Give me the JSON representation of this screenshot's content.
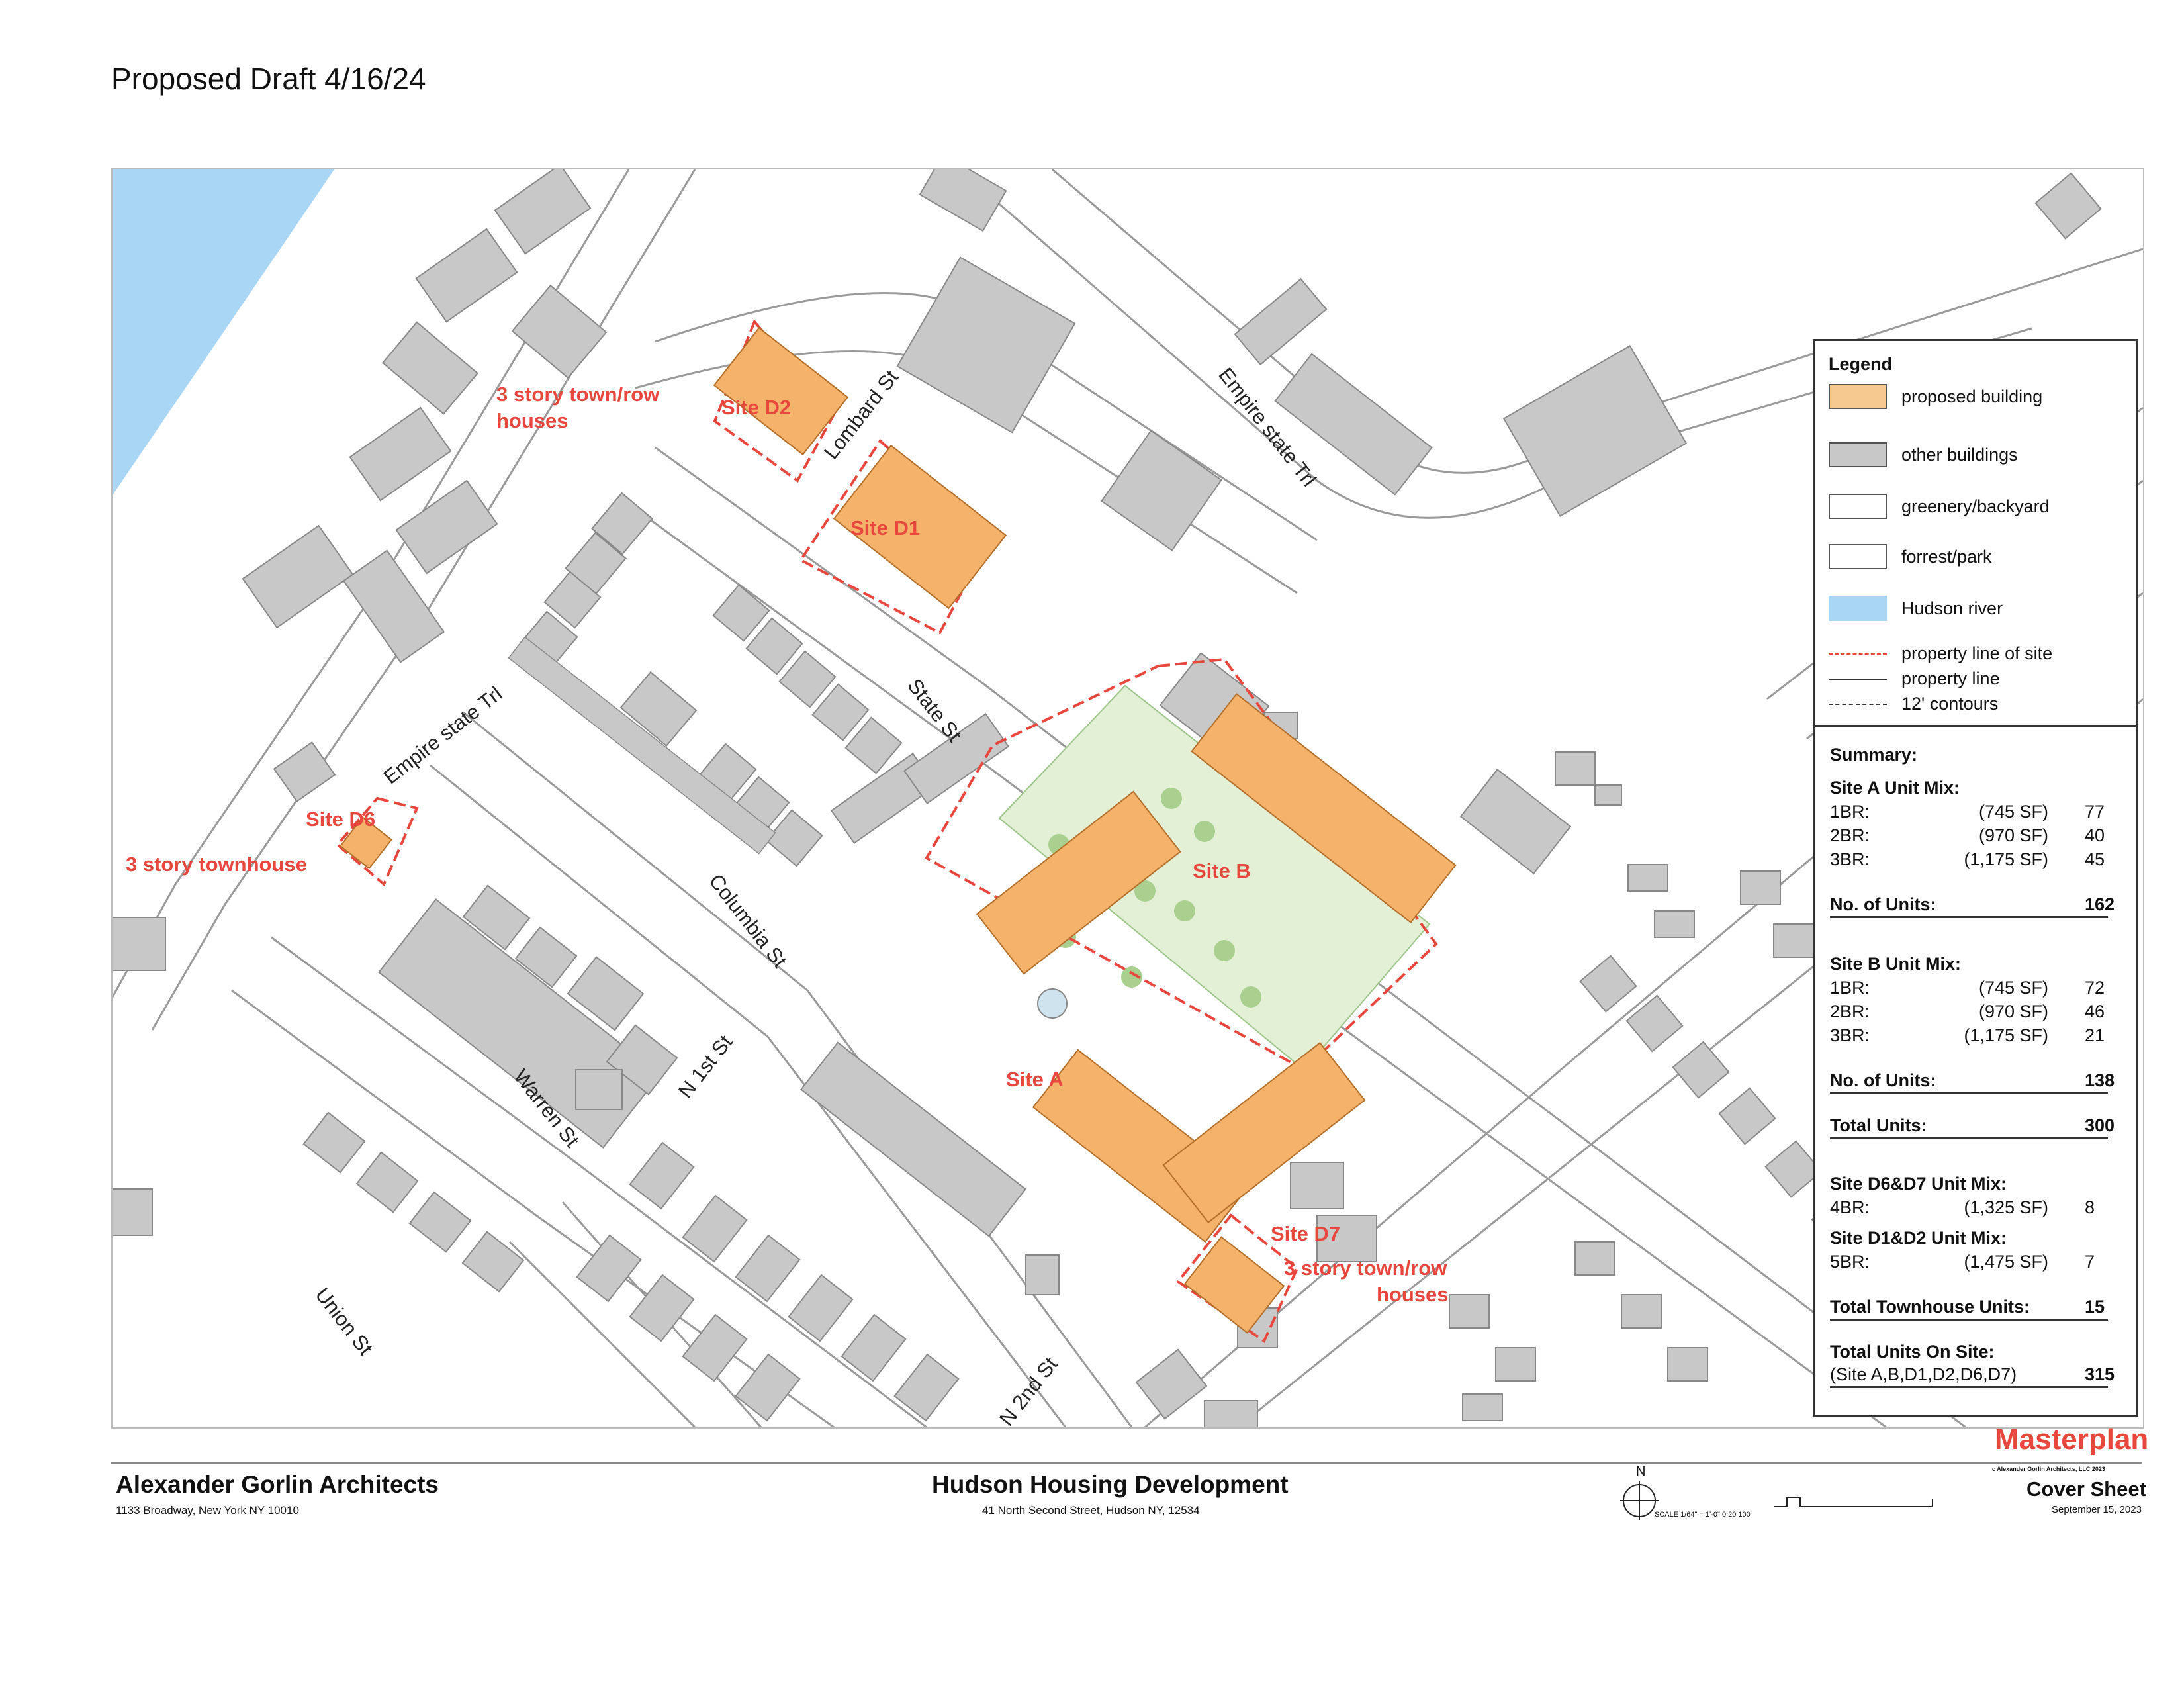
{
  "draft_title": "Proposed Draft 4/16/24",
  "colors": {
    "proposed_building": "#f5b26b",
    "other_buildings": "#c8c8c8",
    "hudson_river": "#a9d6f5",
    "property_line_site": "#e8473d",
    "greenery": "#d9ecc8"
  },
  "streets": {
    "lombard": "Lombard St",
    "empire_ne": "Empire state Trl",
    "empire_w": "Empire state Trl",
    "state": "State St",
    "columbia": "Columbia St",
    "n1st": "N 1st St",
    "warren": "Warren St",
    "union": "Union St",
    "n2nd": "N 2nd St"
  },
  "sites": {
    "d2": "Site D2",
    "d1": "Site D1",
    "d6": "Site D6",
    "b": "Site B",
    "a": "Site A",
    "d7": "Site D7"
  },
  "annotations": {
    "d2_line1": "3 story town/row",
    "d2_line2": "houses",
    "d6": "3 story townhouse",
    "d7_line1": "3 story town/row",
    "d7_line2": "houses"
  },
  "legend": {
    "title": "Legend",
    "items": {
      "proposed": "proposed building",
      "other": "other buildings",
      "greenery": "greenery/backyard",
      "forest": "forrest/park",
      "river": "Hudson river",
      "site_line": "property line of site",
      "prop_line": "property line",
      "contours": "12' contours"
    }
  },
  "summary": {
    "title": "Summary:",
    "site_a": {
      "heading": "Site A Unit Mix:",
      "rows": [
        {
          "type": "1BR:",
          "sf": "(745 SF)",
          "count": "77"
        },
        {
          "type": "2BR:",
          "sf": "(970 SF)",
          "count": "40"
        },
        {
          "type": "3BR:",
          "sf": "(1,175 SF)",
          "count": "45"
        }
      ],
      "units_label": "No. of Units:",
      "units": "162"
    },
    "site_b": {
      "heading": "Site B Unit Mix:",
      "rows": [
        {
          "type": "1BR:",
          "sf": "(745 SF)",
          "count": "72"
        },
        {
          "type": "2BR:",
          "sf": "(970 SF)",
          "count": "46"
        },
        {
          "type": "3BR:",
          "sf": "(1,175 SF)",
          "count": "21"
        }
      ],
      "units_label": "No. of Units:",
      "units": "138"
    },
    "total_label": "Total Units:",
    "total": "300",
    "d6d7": {
      "heading": "Site D6&D7 Unit Mix:",
      "type": "4BR:",
      "sf": "(1,325 SF)",
      "count": "8"
    },
    "d1d2": {
      "heading": "Site D1&D2 Unit Mix:",
      "type": "5BR:",
      "sf": "(1,475 SF)",
      "count": "7"
    },
    "townhouse_label": "Total Townhouse Units:",
    "townhouse": "15",
    "onsite_label": "Total Units On Site:",
    "onsite_sub": "(Site A,B,D1,D2,D6,D7)",
    "onsite": "315"
  },
  "title_block": {
    "sheet_heading": "Masterplan",
    "firm": "Alexander Gorlin Architects",
    "firm_address": "1133 Broadway, New York NY 10010",
    "project": "Hudson Housing Development",
    "project_address": "41 North Second Street, Hudson NY, 12534",
    "north": "N",
    "scale": "SCALE 1/64\" = 1'-0\"  0   20                        100",
    "copyright": "c Alexander Gorlin Architects, LLC 2023",
    "sheet": "Cover Sheet",
    "date": "September 15, 2023"
  }
}
